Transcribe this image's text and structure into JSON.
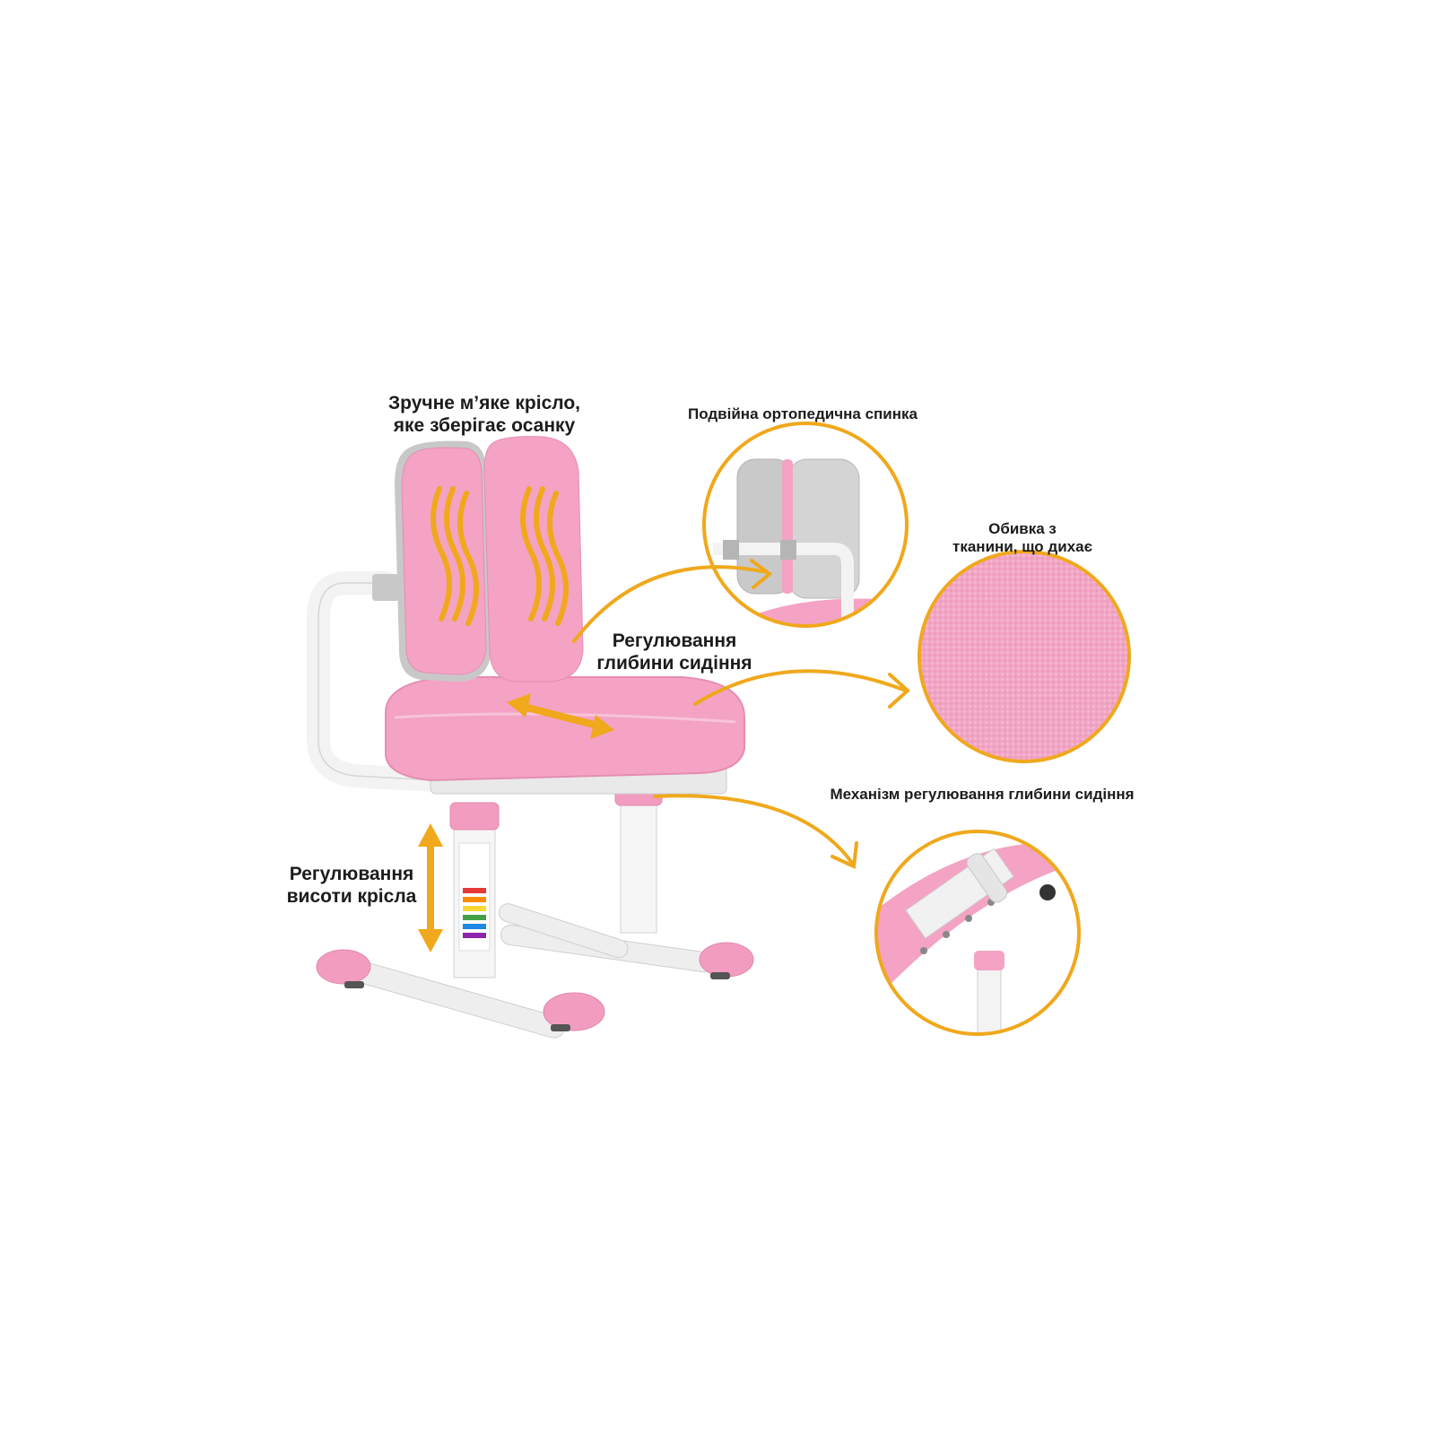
{
  "labels": {
    "comfort": [
      "Зручне м’яке крісло,",
      "яке зберігає осанку"
    ],
    "double_back": "Подвійна ортопедична спинка",
    "fabric": [
      "Обивка з",
      "тканини, що дихає"
    ],
    "seat_depth": [
      "Регулювання",
      "глибини сидіння"
    ],
    "mechanism": "Механізм регулювання глибини сидіння",
    "height": [
      "Регулювання",
      "висоти крісла"
    ]
  },
  "colors": {
    "accent": "#f0a81c",
    "pink": "#f4a8c6",
    "pink_dark": "#e586ad",
    "frame": "#f2f2f2",
    "gray": "#c9c9c9"
  },
  "icons": [
    "chair-illustration",
    "double-arrow-icon",
    "vertical-arrow-icon",
    "curved-arrow-icon"
  ]
}
